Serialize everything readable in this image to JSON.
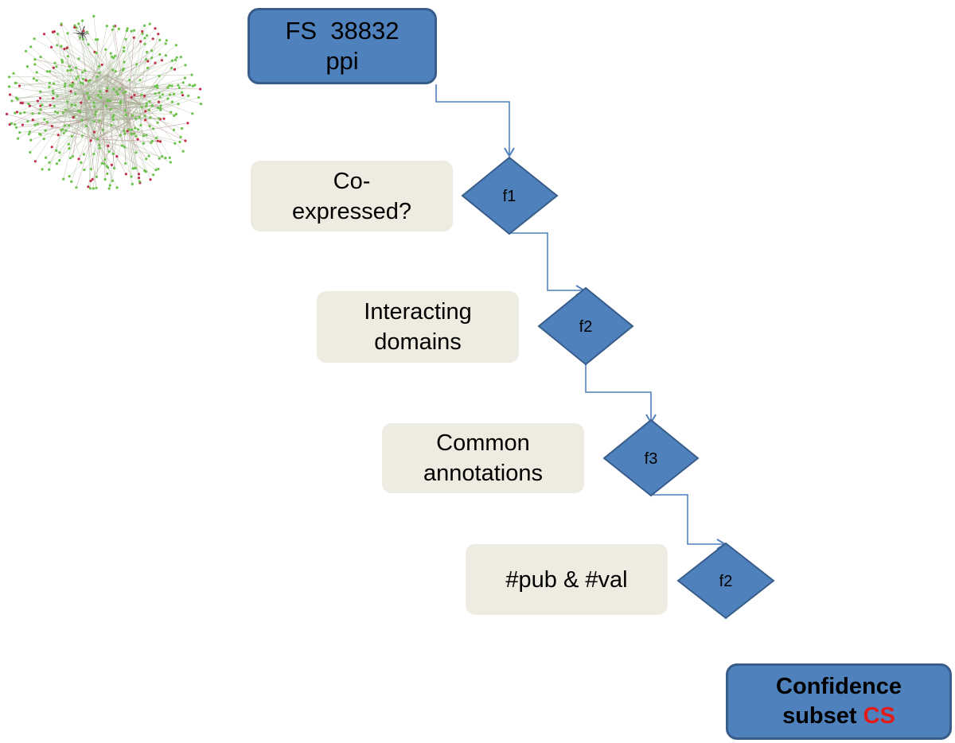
{
  "start": {
    "line1": "FS  38832",
    "line2": "ppi"
  },
  "criteria": [
    {
      "line1": "Co-",
      "line2": "expressed?"
    },
    {
      "line1": "Interacting",
      "line2": "domains"
    },
    {
      "line1": "Common",
      "line2": "annotations"
    },
    {
      "line1": "#pub & #val"
    }
  ],
  "filters": [
    "f1",
    "f2",
    "f3",
    "f2"
  ],
  "end": {
    "line1": "Confidence",
    "line2_prefix": "subset ",
    "line2_highlight": "CS"
  },
  "colors": {
    "node_fill": "#4f81bd",
    "node_border": "#385d8a",
    "criteria_fill": "#eeece1",
    "connector": "#4f81bd",
    "highlight": "#e41b17",
    "network_edges": "#a9b89a",
    "network_nodes_green": "#6cc24a",
    "network_nodes_red": "#c0304a"
  }
}
